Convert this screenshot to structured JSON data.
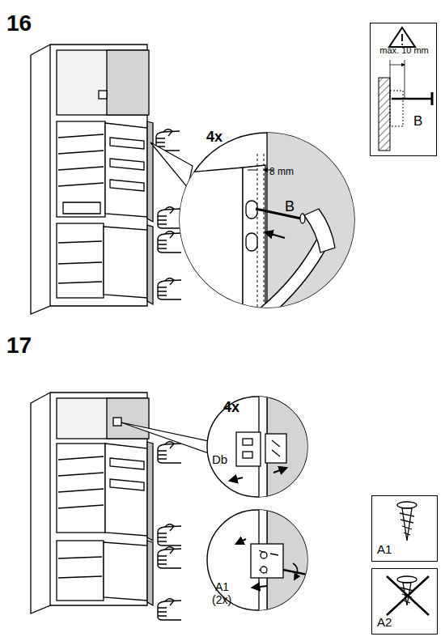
{
  "diagram": {
    "nodes": [
      {
        "text": [
          "max. 10 mm",
          "B"
        ]
      },
      {
        "text": [
          "A1"
        ]
      },
      {
        "text": [
          "A2"
        ]
      }
    ],
    "labels": [
      "16",
      "4x",
      "8 mm",
      "B",
      "17",
      "4x",
      "Db",
      "A1",
      "(2x)"
    ]
  }
}
